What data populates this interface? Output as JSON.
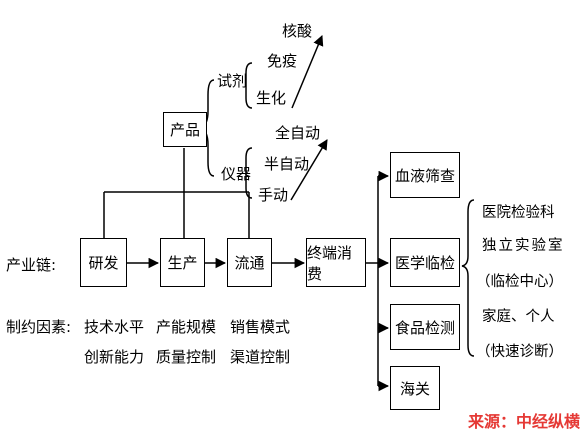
{
  "labels": {
    "industry_chain": "产业链:",
    "constraints": "制约因素:"
  },
  "chain": {
    "rd": "研发",
    "production": "生产",
    "circulation": "流通",
    "consumption": "终端消费"
  },
  "product": {
    "label": "产品",
    "reagents": {
      "label": "试剂",
      "items": [
        "核酸",
        "免疫",
        "生化"
      ]
    },
    "instruments": {
      "label": "仪器",
      "items": [
        "全自动",
        "半自动",
        "手动"
      ]
    }
  },
  "constraints": {
    "rd": [
      "技术水平",
      "创新能力"
    ],
    "production": [
      "产能规模",
      "质量控制"
    ],
    "circulation": [
      "销售模式",
      "渠道控制"
    ]
  },
  "terminals": {
    "blood_screening": "血液筛查",
    "clinical": "医学临检",
    "food_testing": "食品检测",
    "customs": "海关"
  },
  "clinical_detail": {
    "line1": "医院检验科",
    "line2": "独立实验室",
    "line3": "（临检中心）",
    "line4": "家庭、个人",
    "line5": "（快速诊断）"
  },
  "source": "来源：中经纵横",
  "colors": {
    "source": "#e53935",
    "line": "#000000"
  }
}
